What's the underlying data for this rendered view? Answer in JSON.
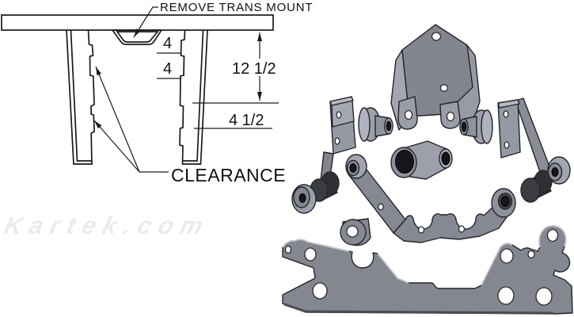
{
  "watermark": {
    "text": "Kartek.com"
  },
  "drawing": {
    "callout": "REMOVE TRANS MOUNT",
    "clearance_label": "CLEARANCE",
    "dimensions": {
      "notch_spacing_top": "4",
      "notch_spacing_bottom": "4",
      "horn_length": "12 1/2",
      "lower_section": "4 1/2"
    }
  },
  "colors": {
    "background": "#ffffff",
    "drawing_line": "#1a1a1a",
    "watermark_gray": "#ebebeb",
    "part_gray": "#84878f",
    "part_mid": "#9da0aa",
    "part_light": "#aeb1bb",
    "rubber_dark": "#3b3c42",
    "bore_black": "#17171b"
  }
}
